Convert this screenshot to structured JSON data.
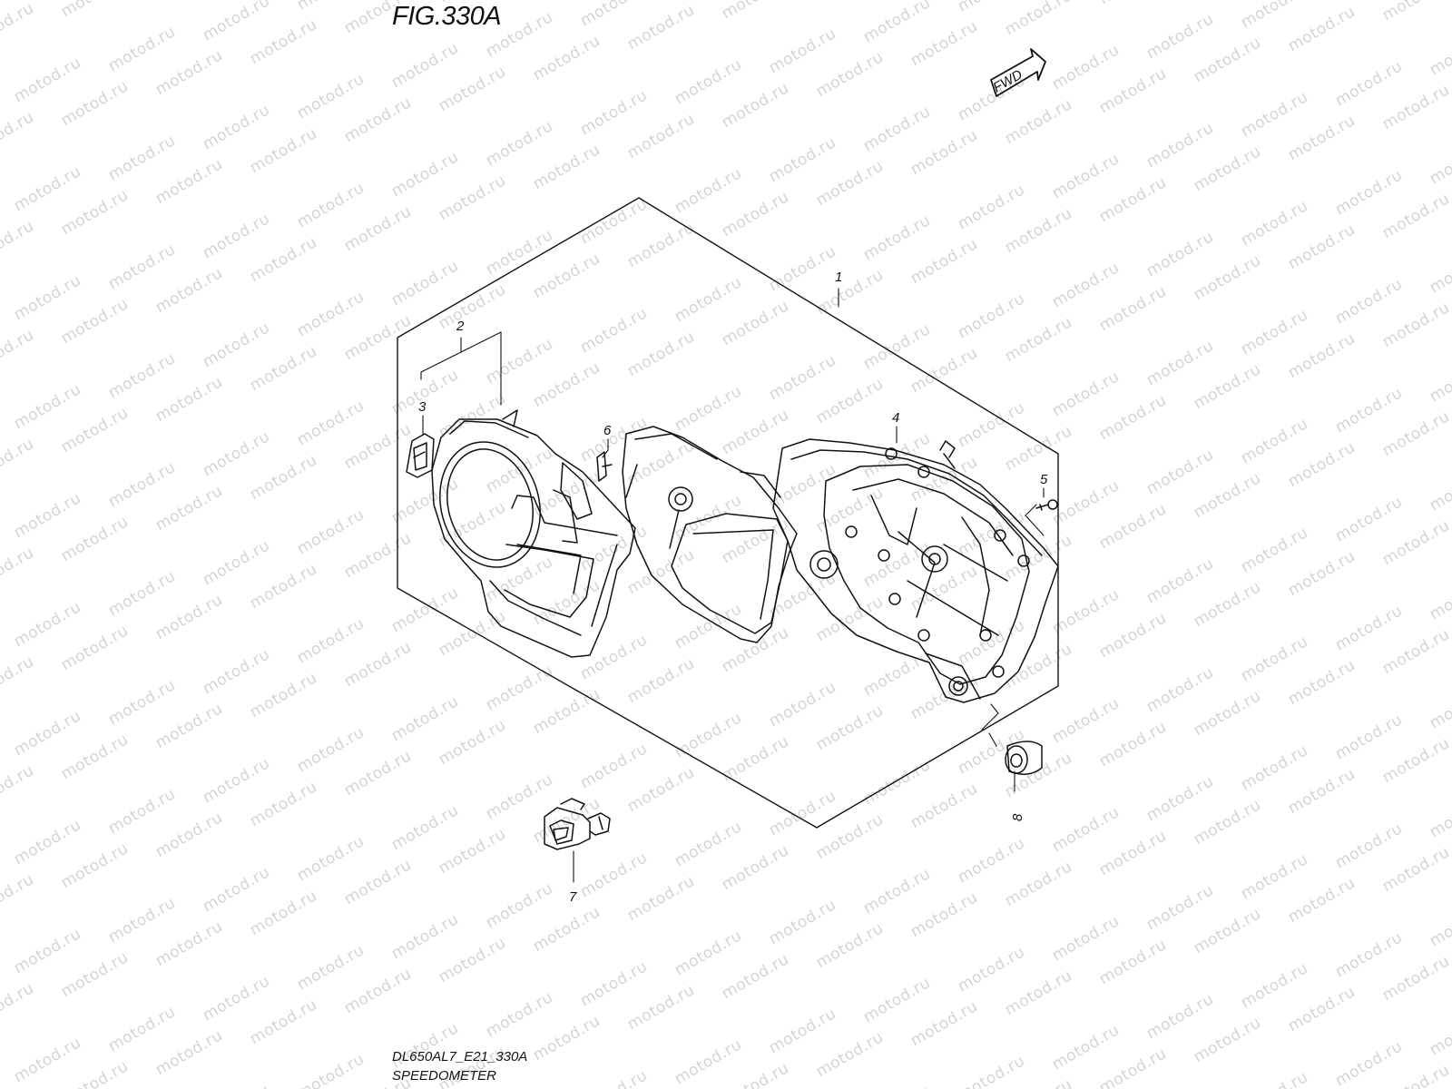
{
  "figure": {
    "title": "FIG.330A",
    "code": "DL650AL7_E21_330A",
    "name": "SPEEDOMETER"
  },
  "watermark": {
    "text": "motod.ru"
  },
  "direction_badge": {
    "label": "FWD"
  },
  "callouts": [
    "1",
    "2",
    "3",
    "4",
    "5",
    "6",
    "7",
    "8"
  ],
  "colors": {
    "line": "#111111",
    "watermark": "#d4d4d4",
    "background": "#ffffff"
  }
}
